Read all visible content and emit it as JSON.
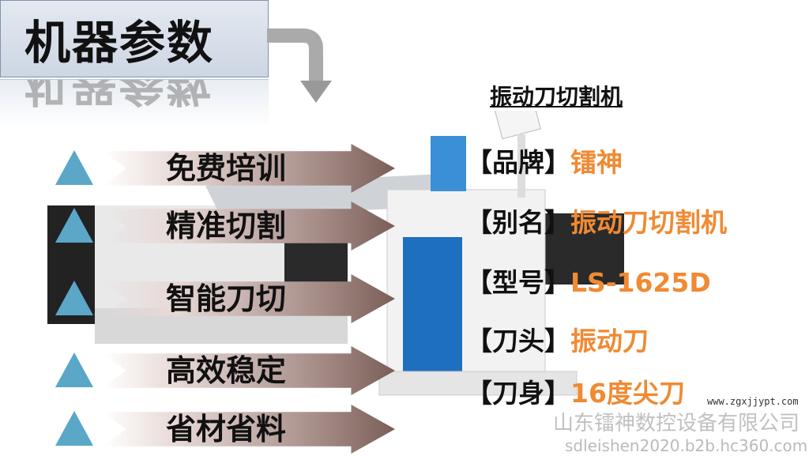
{
  "header": {
    "title": "机器参数"
  },
  "features": [
    "免费培训",
    "精准切割",
    "智能刀切",
    "高效稳定",
    "省材省料"
  ],
  "product": {
    "title": "振动刀切割机",
    "specs": [
      {
        "label": "【品牌】",
        "value": "镭神"
      },
      {
        "label": "【别名】",
        "value": "振动刀切割机"
      },
      {
        "label": "【型号】",
        "value": "LS-1625D"
      },
      {
        "label": "【刀头】",
        "value": "振动刀"
      },
      {
        "label": "【刀身】",
        "value": "16度尖刀"
      }
    ]
  },
  "watermark": {
    "company": "山东镭神数控设备有限公司",
    "site": "sdleishen2020.b2b.hc360.com",
    "url": "www.zgxjjypt.com"
  },
  "colors": {
    "accent": "#f08a33",
    "triangle": "#5aa7c8",
    "cabinet": "#1f6fc0"
  }
}
